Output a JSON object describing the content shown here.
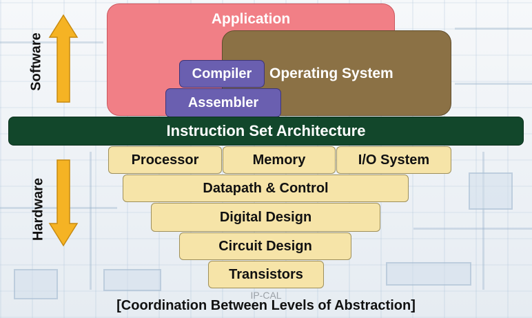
{
  "layers": {
    "application": "Application",
    "operating_system": "Operating System",
    "compiler": "Compiler",
    "assembler": "Assembler",
    "isa": "Instruction Set Architecture",
    "processor": "Processor",
    "memory": "Memory",
    "io_system": "I/O System",
    "datapath": "Datapath & Control",
    "digital_design": "Digital Design",
    "circuit_design": "Circuit Design",
    "transistors": "Transistors"
  },
  "side_labels": {
    "software": "Software",
    "hardware": "Hardware"
  },
  "watermark": "IP-CAL",
  "caption": "[Coordination Between Levels of Abstraction]",
  "colors": {
    "application": "#f17f86",
    "operating_system": "#8b7145",
    "compiler_assembler": "#6a5fb0",
    "isa": "#12472b",
    "hardware_layers": "#f6e4a8",
    "arrow": "#f5b324"
  },
  "icons": {
    "software_arrow": "arrow-up-icon",
    "hardware_arrow": "arrow-down-icon"
  }
}
